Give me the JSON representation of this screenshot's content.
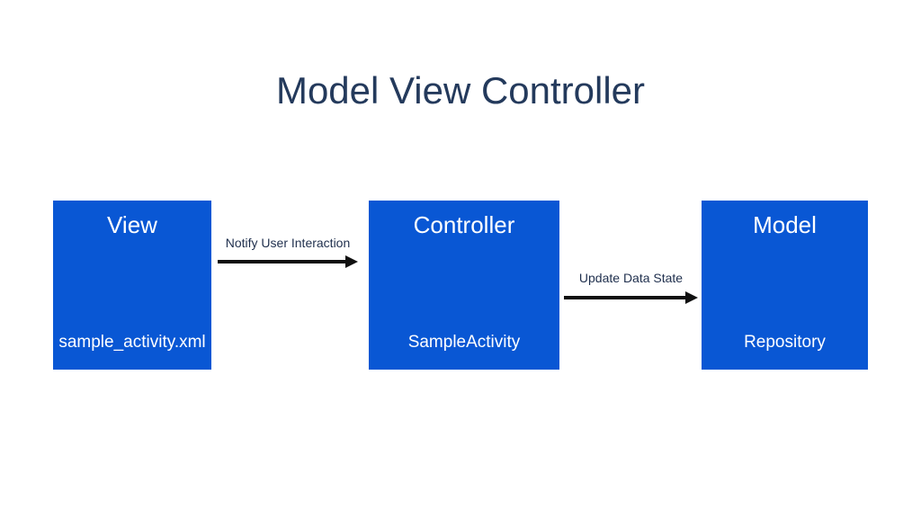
{
  "slide": {
    "title": "Model View Controller"
  },
  "boxes": [
    {
      "id": "view",
      "title": "View",
      "subtitle": "sample_activity.xml"
    },
    {
      "id": "controller",
      "title": "Controller",
      "subtitle": "SampleActivity"
    },
    {
      "id": "model",
      "title": "Model",
      "subtitle": "Repository"
    }
  ],
  "arrows": [
    {
      "from": "view",
      "to": "controller",
      "label": "Notify User Interaction"
    },
    {
      "from": "controller",
      "to": "model",
      "label": "Update Data State"
    }
  ],
  "colors": {
    "blue": "#0957d4",
    "title": "#243a5c",
    "label": "#1f2f4d",
    "arrow": "#101010",
    "box_text": "#ffffff",
    "background": "#ffffff"
  }
}
